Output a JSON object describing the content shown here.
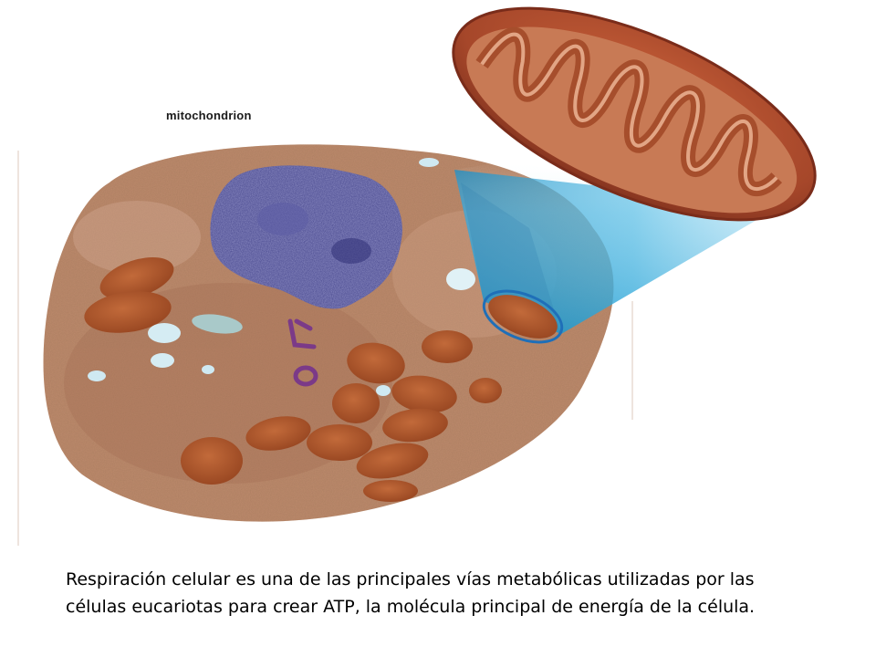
{
  "diagram": {
    "label_mitochondrion": "mitochondrion"
  },
  "caption": {
    "line_1": "Respiración celular es una de las principales vías metabólicas utilizadas por las",
    "line_2": "células eucariotas para crear ATP, la molécula principal de energía de la célula."
  },
  "colors": {
    "cytoplasm": "#b98566",
    "nucleus": "#3f3f86",
    "mitochondria": "#b4582f",
    "zoom_beam": "#2aa9d6",
    "highlight_ring": "#1f6fb8",
    "golgi": "#7a3a86",
    "vacuole": "#cfe9f2"
  }
}
